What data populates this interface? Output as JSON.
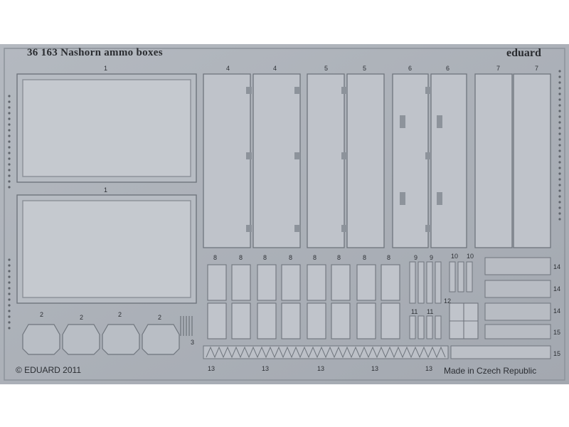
{
  "fret": {
    "title": "36 163  Nashorn ammo boxes",
    "brand": "eduard",
    "copyright": "© EDUARD 2011",
    "origin": "Made in Czech Republic"
  },
  "part_numbers": {
    "n1": "1",
    "n2": "2",
    "n3": "3",
    "n4": "4",
    "n5": "5",
    "n6": "6",
    "n7": "7",
    "n8": "8",
    "n9": "9",
    "n10": "10",
    "n11": "11",
    "n12": "12",
    "n13": "13",
    "n14": "14",
    "n15": "15"
  },
  "colors": {
    "metal": "#a9aeb6",
    "metal_dark": "#7d838c",
    "metal_light": "#c9cdd3",
    "text": "#2a2c30"
  }
}
